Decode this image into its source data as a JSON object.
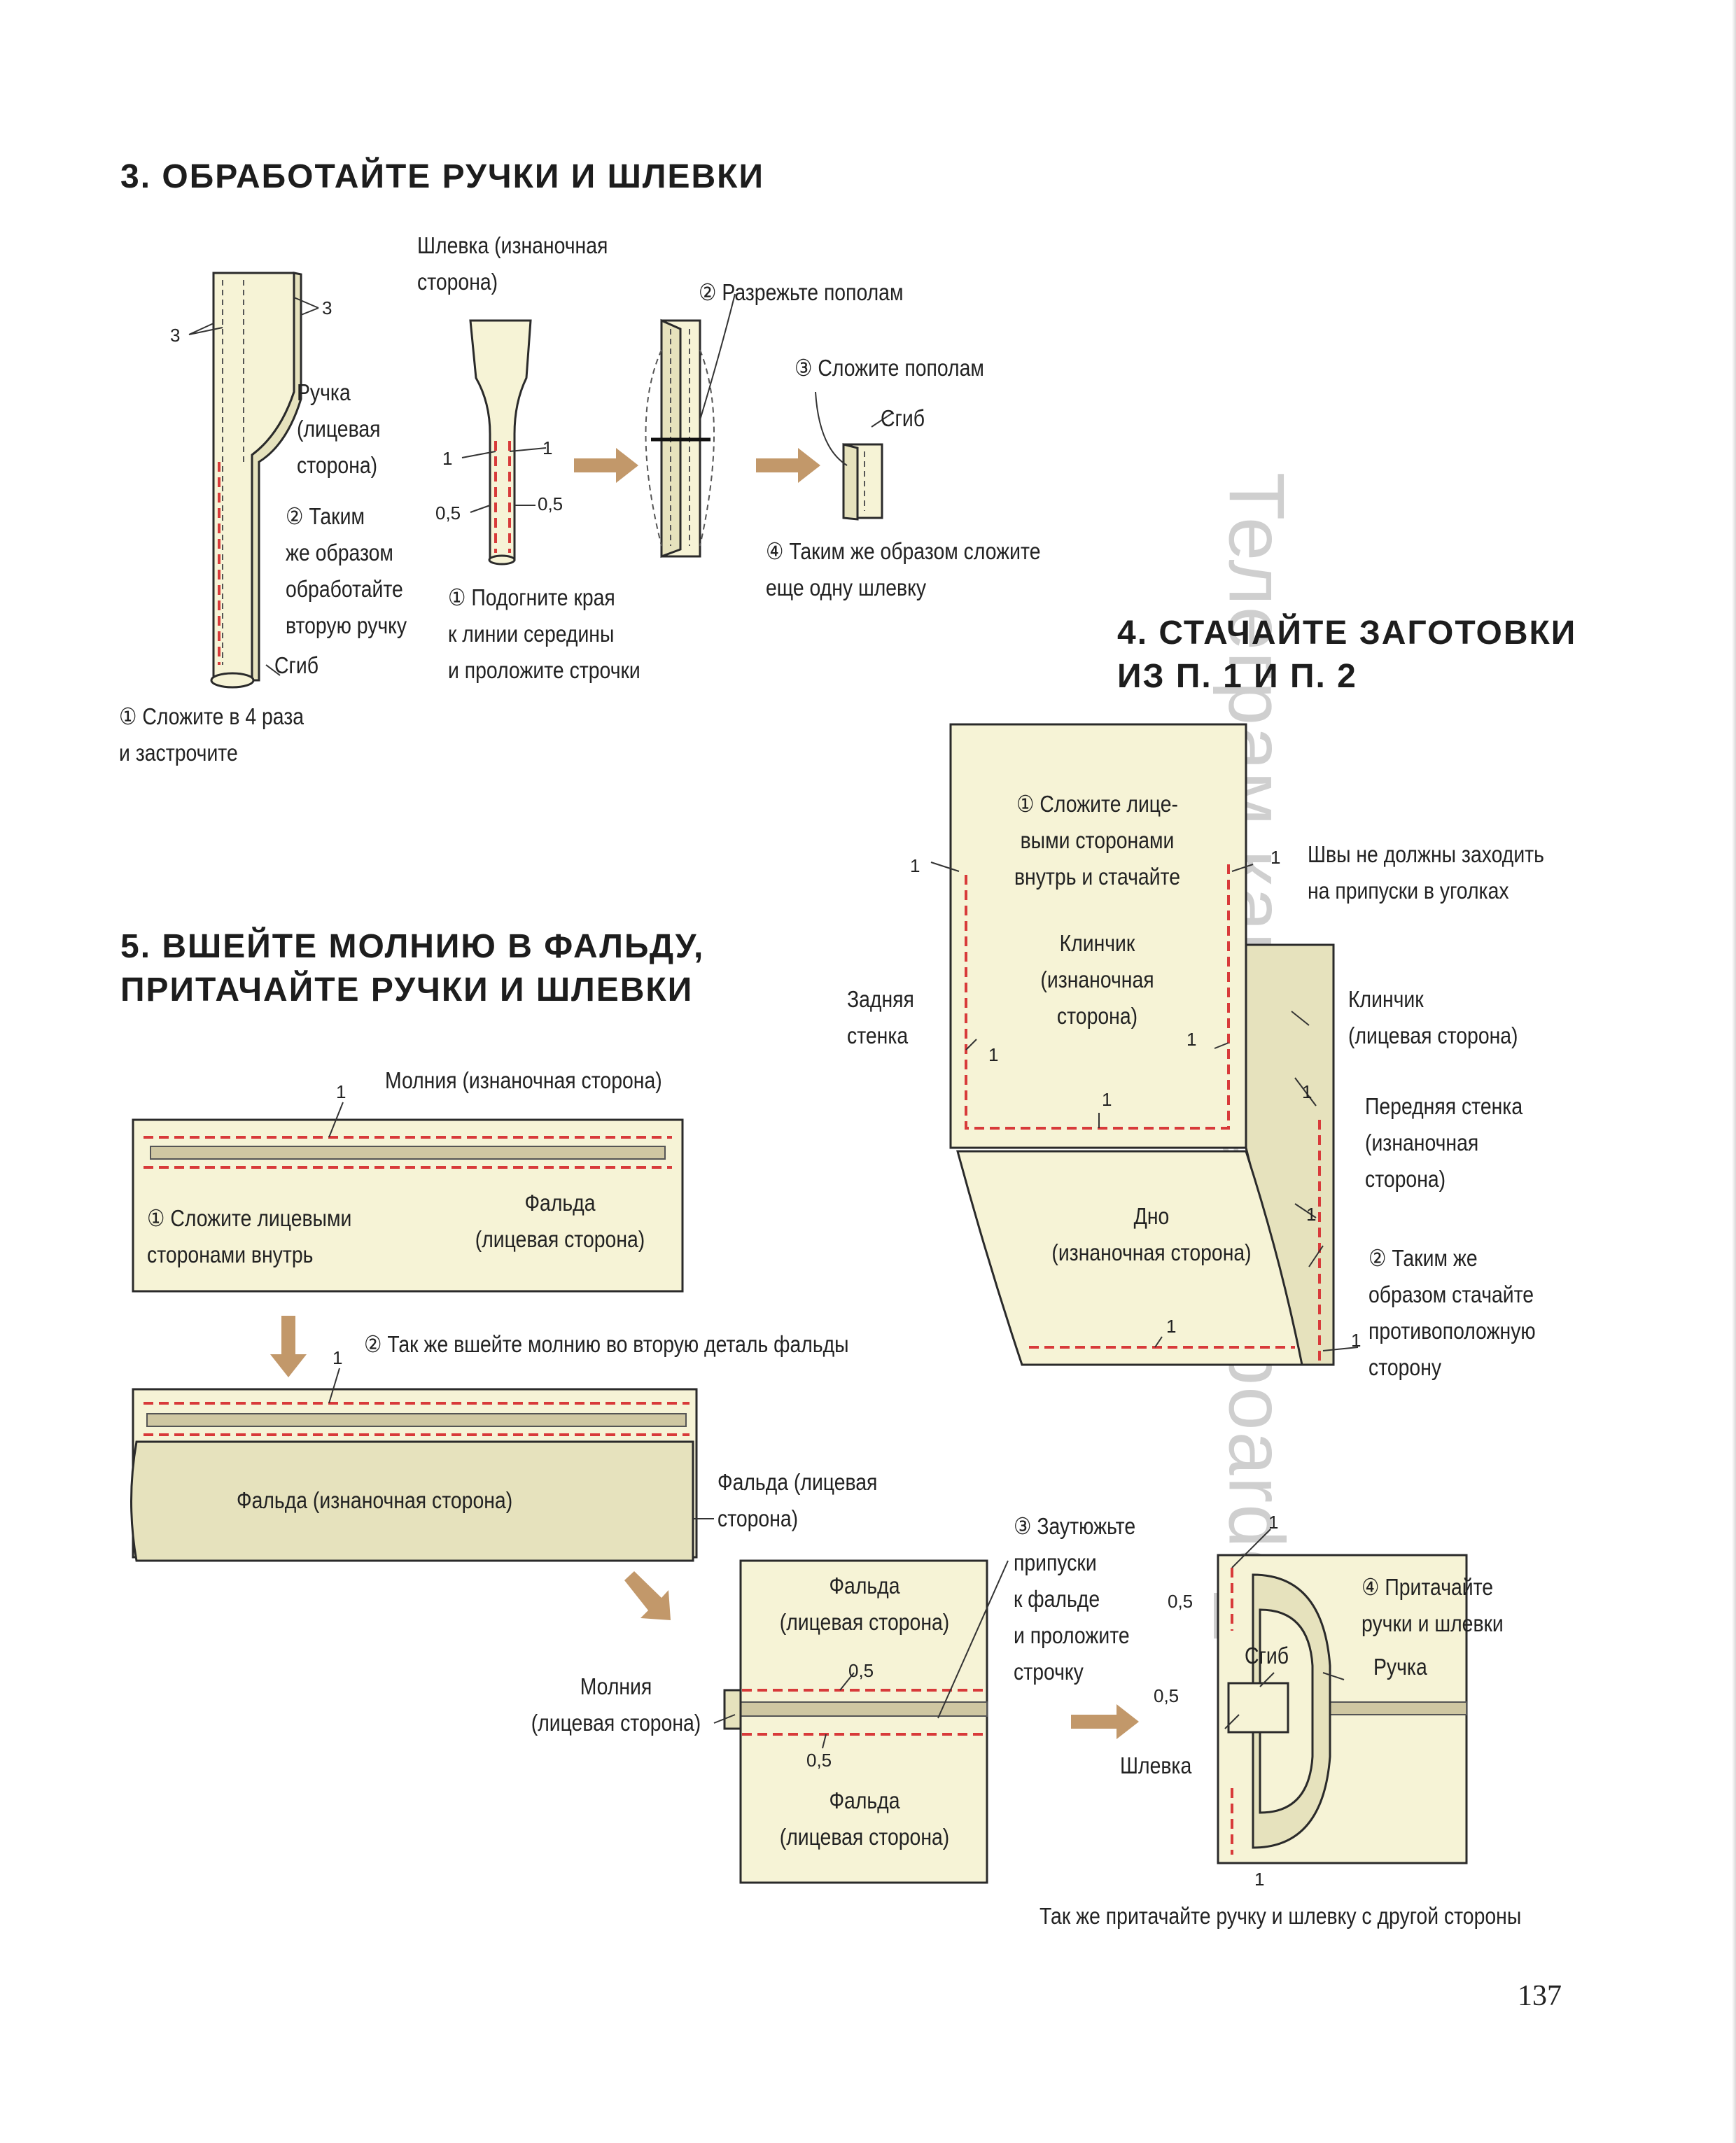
{
  "headings": {
    "s3": "3. ОБРАБОТАЙТЕ РУЧКИ И ШЛЕВКИ",
    "s4": "4. СТАЧАЙТЕ ЗАГОТОВКИ\nИЗ П. 1 И П. 2",
    "s5": "5. ВШЕЙТЕ МОЛНИЮ В ФАЛЬДУ,\nПРИТАЧАЙТЕ РУЧКИ И ШЛЕВКИ"
  },
  "section3": {
    "handle_label": "Ручка\n(лицевая\nсторона)",
    "step2": "② Таким\nже образом\nобработайте\nвторую ручку",
    "fold1": "Сгиб",
    "step1": "① Сложите в 4 раза\nи застрочите",
    "loop_label": "Шлевка (изнаночная\nсторона)",
    "step1b": "① Подогните края\nк линии середины\nи проложите строчки",
    "cut": "② Разрежьте пополам",
    "fold_half": "③ Сложите пополам",
    "fold2": "Сгиб",
    "step4": "④ Таким же образом сложите\nеще одну шлевку",
    "n3a": "3",
    "n3b": "3",
    "n1a": "1",
    "n1b": "1",
    "n05a": "0,5",
    "n05b": "0,5"
  },
  "section4": {
    "step1": "① Сложите лице-\nвыми сторонами\nвнутрь и стачайте",
    "gusset_wrong": "Клинчик\n(изнаночная\nсторона)",
    "back": "Задняя\nстенка",
    "seams_note": "Швы не должны заходить\nна припуски в уголках",
    "gusset_right": "Клинчик\n(лицевая сторона)",
    "front": "Передняя стенка\n(изнаночная\nсторона)",
    "bottom": "Дно\n(изнаночная сторона)",
    "step2": "② Таким же\nобразом стачайте\nпротивоположную\nсторону",
    "n1": "1"
  },
  "section5": {
    "zipper_wrong": "Молния (изнаночная сторона)",
    "step1": "① Сложите лицевыми\nсторонами внутрь",
    "pleat_right": "Фальда\n(лицевая сторона)",
    "step2": "② Так же вшейте молнию во вторую деталь фальды",
    "pleat_wrong": "Фальда (изнаночная сторона)",
    "pleat_right2": "Фальда (лицевая\nсторона)",
    "step3": "③ Заутюжьте\nприпуски\nк фальде\nи проложите\nстрочку",
    "pleat_top": "Фальда\n(лицевая сторона)",
    "zipper_right": "Молния\n(лицевая сторона)",
    "pleat_bottom": "Фальда\n(лицевая сторона)",
    "step4": "④ Притачайте\nручки и шлевки",
    "fold": "Сгиб",
    "handle": "Ручка",
    "loop": "Шлевка",
    "final_note": "Так же притачайте ручку и шлевку с другой стороны",
    "n1": "1",
    "n05": "0,5"
  },
  "watermark": "Телеграм канал @sixt_boardo_3",
  "page_number": "137"
}
